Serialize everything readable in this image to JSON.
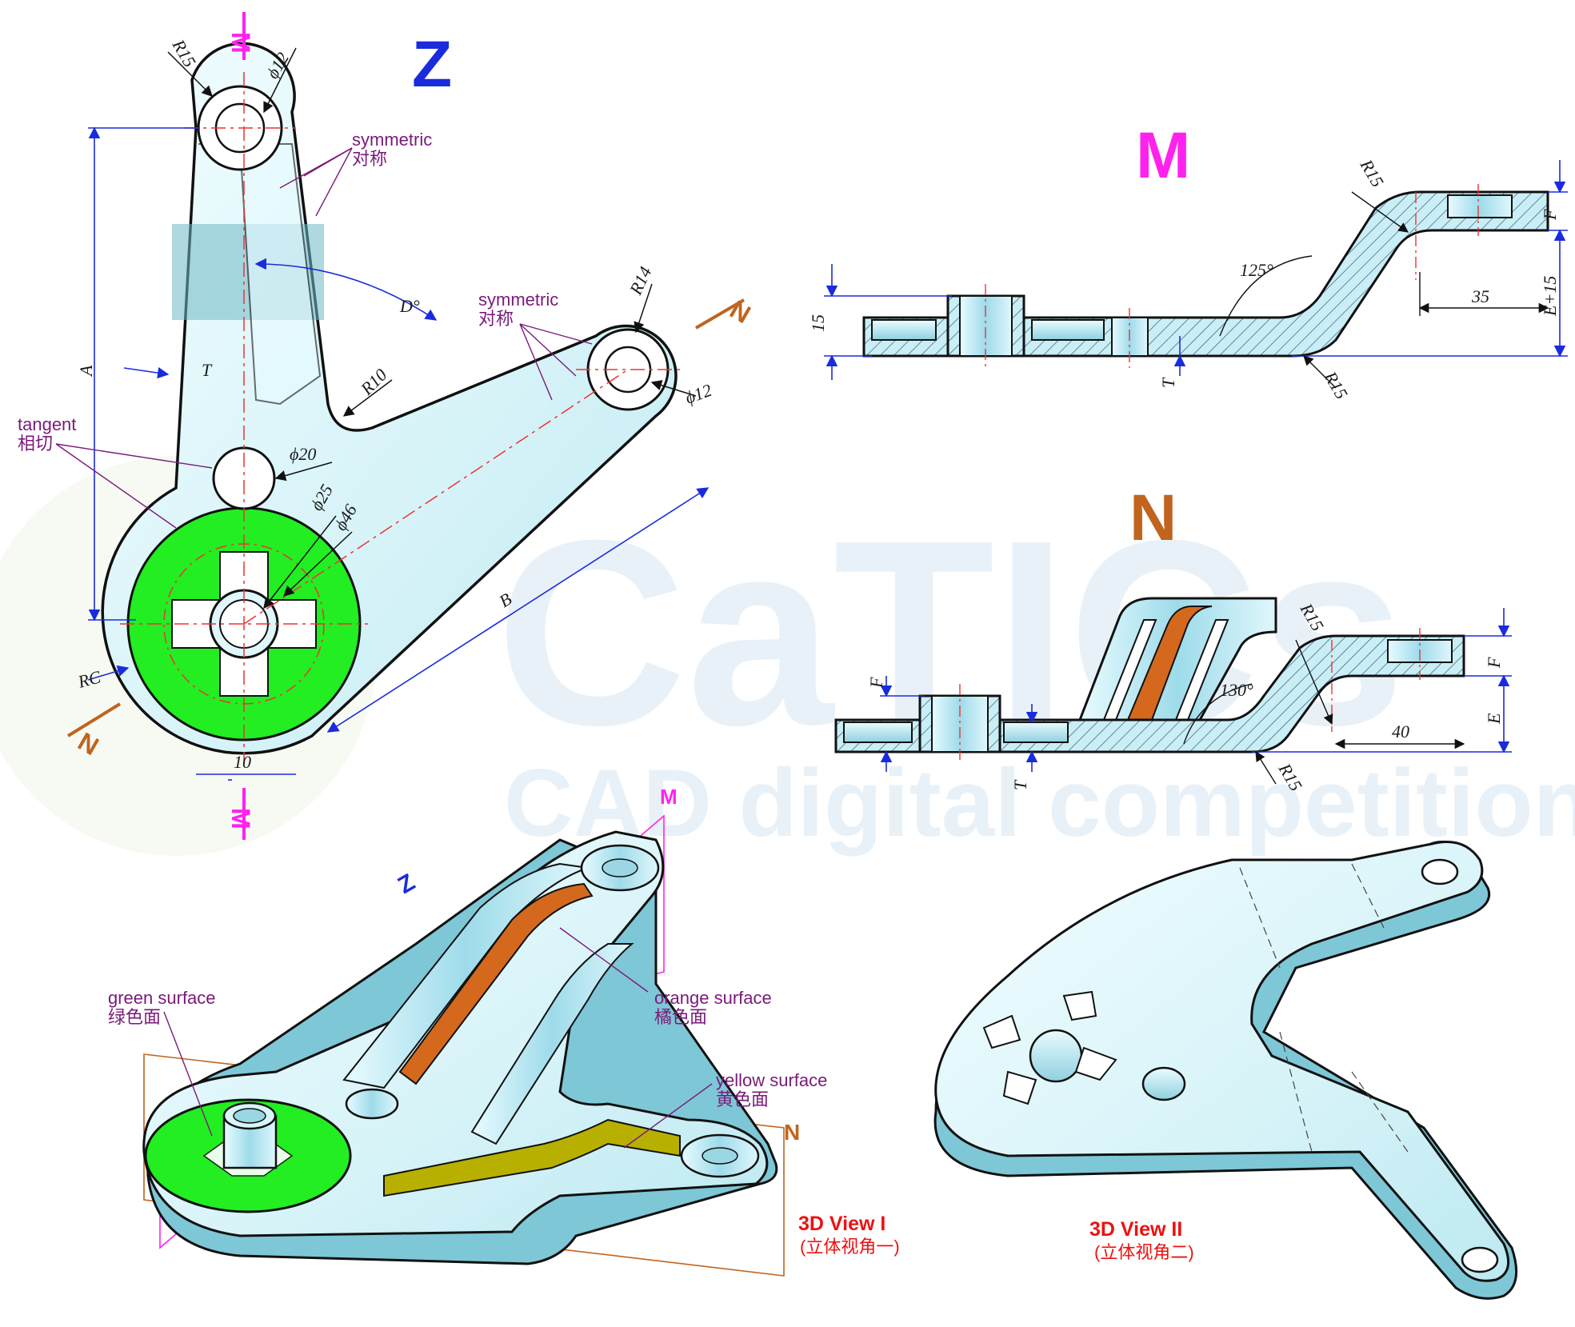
{
  "watermark": {
    "brand": "CaTICs",
    "subtitle": "CAD digital competition"
  },
  "views": {
    "z": "Z",
    "m": "M",
    "n": "N"
  },
  "section_marks": {
    "m": "M",
    "n": "N"
  },
  "notes": {
    "symmetric_en": "symmetric",
    "symmetric_cn": "对称",
    "tangent_en": "tangent",
    "tangent_cn": "相切",
    "green_en": "green surface",
    "green_cn": "绿色面",
    "orange_en": "orange surface",
    "orange_cn": "橘色面",
    "yellow_en": "yellow surface",
    "yellow_cn": "黄色面"
  },
  "dims_z": {
    "r15": "R15",
    "phi12a": "ϕ12",
    "r14": "R14",
    "phi12b": "ϕ12",
    "d": "D°",
    "a": "A",
    "t": "T",
    "r10": "R10",
    "phi20": "ϕ20",
    "phi25": "ϕ25",
    "phi46": "ϕ46",
    "b": "B",
    "rc": "RC",
    "ten": "10"
  },
  "dims_m": {
    "r15top": "R15",
    "f": "F",
    "e15": "E+15",
    "angle": "125°",
    "thirtyfive": "35",
    "fifteen": "15",
    "t": "T",
    "r15bot": "R15"
  },
  "dims_n": {
    "r15top": "R15",
    "f1": "F",
    "f2": "F",
    "e": "E",
    "angle": "130°",
    "forty": "40",
    "t": "T",
    "r15bot": "R15"
  },
  "captions": {
    "view1": "3D View I",
    "view1_cn": "(立体视角一)",
    "view2": "3D View II",
    "view2_cn": "(立体视角二)"
  },
  "colors": {
    "green": "#22ee22",
    "orange": "#d4691e",
    "yellow": "#b8b000",
    "magenta": "#ff22ee",
    "blue": "#1a2bdd",
    "cyan": "#a8e6f0",
    "hatch": "#4a6a8a",
    "dim": "#2233dd"
  }
}
